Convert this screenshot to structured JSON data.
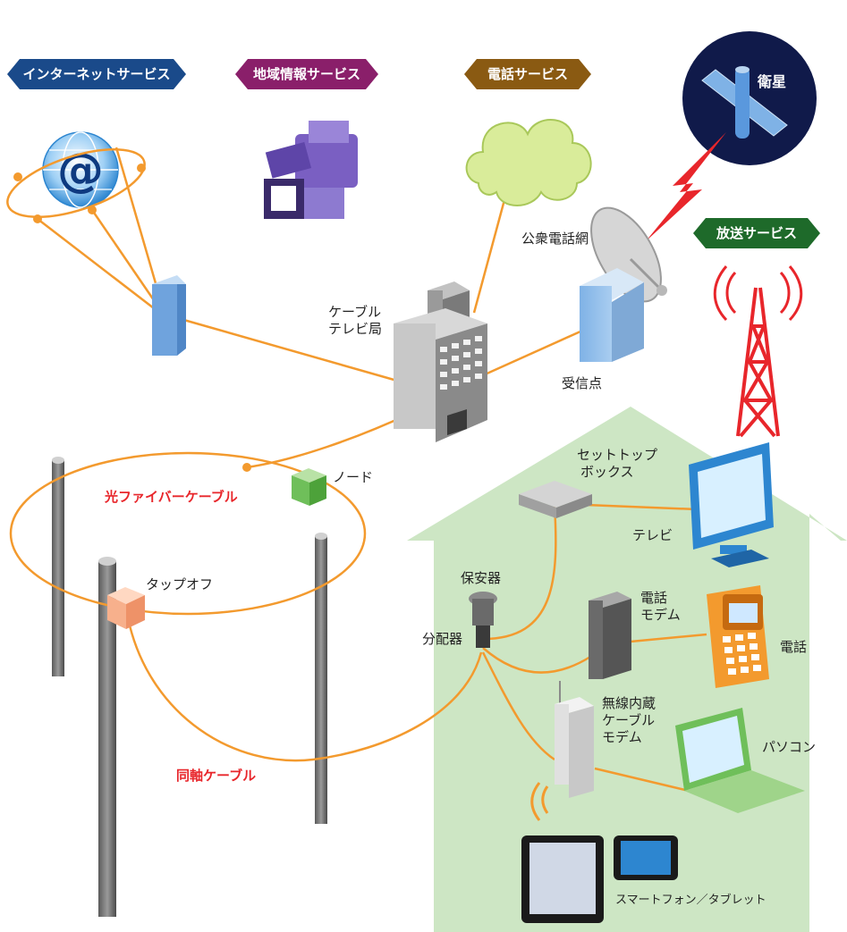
{
  "colors": {
    "internet_banner": "#1a4a8a",
    "local_info_banner": "#8a1f6a",
    "phone_banner": "#8a5a12",
    "broadcast_banner": "#1e6a2a",
    "fiber_line": "#f39a2e",
    "coax_line": "#f39a2e",
    "house_fill": "#cde6c4",
    "satellite_bg": "#101a4a",
    "red_label": "#e8262b"
  },
  "banners": {
    "internet": "インターネットサービス",
    "local_info": "地域情報サービス",
    "phone": "電話サービス",
    "broadcast": "放送サービス"
  },
  "labels": {
    "satellite": "衛星",
    "public_phone_network": "公衆電話網",
    "cable_tv_station_line1": "ケーブル",
    "cable_tv_station_line2": "テレビ局",
    "receiving_point": "受信点",
    "fiber_cable": "光ファイバーケーブル",
    "node": "ノード",
    "tap_off": "タップオフ",
    "coax_cable": "同軸ケーブル",
    "set_top_box_line1": "セットトップ",
    "set_top_box_line2": "ボックス",
    "tv": "テレビ",
    "protector": "保安器",
    "splitter": "分配器",
    "phone_modem_line1": "電話",
    "phone_modem_line2": "モデム",
    "phone": "電話",
    "wireless_modem_line1": "無線内蔵",
    "wireless_modem_line2": "ケーブル",
    "wireless_modem_line3": "モデム",
    "pc": "パソコン",
    "smartphone_tablet": "スマートフォン／タブレット"
  },
  "icons": {
    "internet_globe": "globe-at-icon",
    "video_camera": "video-camera-icon",
    "phone_cloud": "cloud-icon",
    "satellite": "satellite-icon",
    "broadcast_tower": "radio-tower-icon",
    "building": "building-icon",
    "dish": "satellite-dish-icon"
  }
}
